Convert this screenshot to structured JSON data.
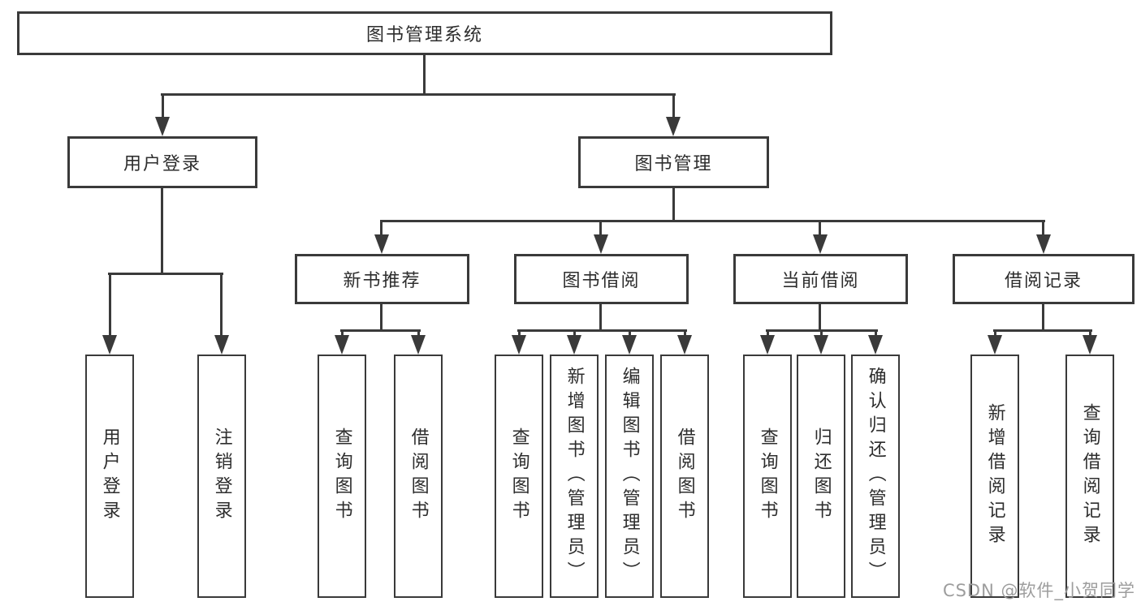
{
  "diagram": {
    "type": "tree",
    "root": {
      "label": "图书管理系统",
      "children": [
        {
          "label": "用户登录",
          "children": [
            {
              "label": "用户登录"
            },
            {
              "label": "注销登录"
            }
          ]
        },
        {
          "label": "图书管理",
          "children": [
            {
              "label": "新书推荐",
              "children": [
                {
                  "label": "查询图书"
                },
                {
                  "label": "借阅图书"
                }
              ]
            },
            {
              "label": "图书借阅",
              "children": [
                {
                  "label": "查询图书"
                },
                {
                  "label": "新增图书（管理员）"
                },
                {
                  "label": "编辑图书（管理员）"
                },
                {
                  "label": "借阅图书"
                }
              ]
            },
            {
              "label": "当前借阅",
              "children": [
                {
                  "label": "查询图书"
                },
                {
                  "label": "归还图书"
                },
                {
                  "label": "确认归还（管理员）"
                }
              ]
            },
            {
              "label": "借阅记录",
              "children": [
                {
                  "label": "新增借阅记录"
                },
                {
                  "label": "查询借阅记录"
                }
              ]
            }
          ]
        }
      ]
    }
  },
  "watermark": {
    "text": "CSDN @软件_小贺同学"
  },
  "colors": {
    "line": "#3a3a3a",
    "text": "#2d2d2d",
    "watermark": "#9d9d9d",
    "background": "#ffffff"
  }
}
